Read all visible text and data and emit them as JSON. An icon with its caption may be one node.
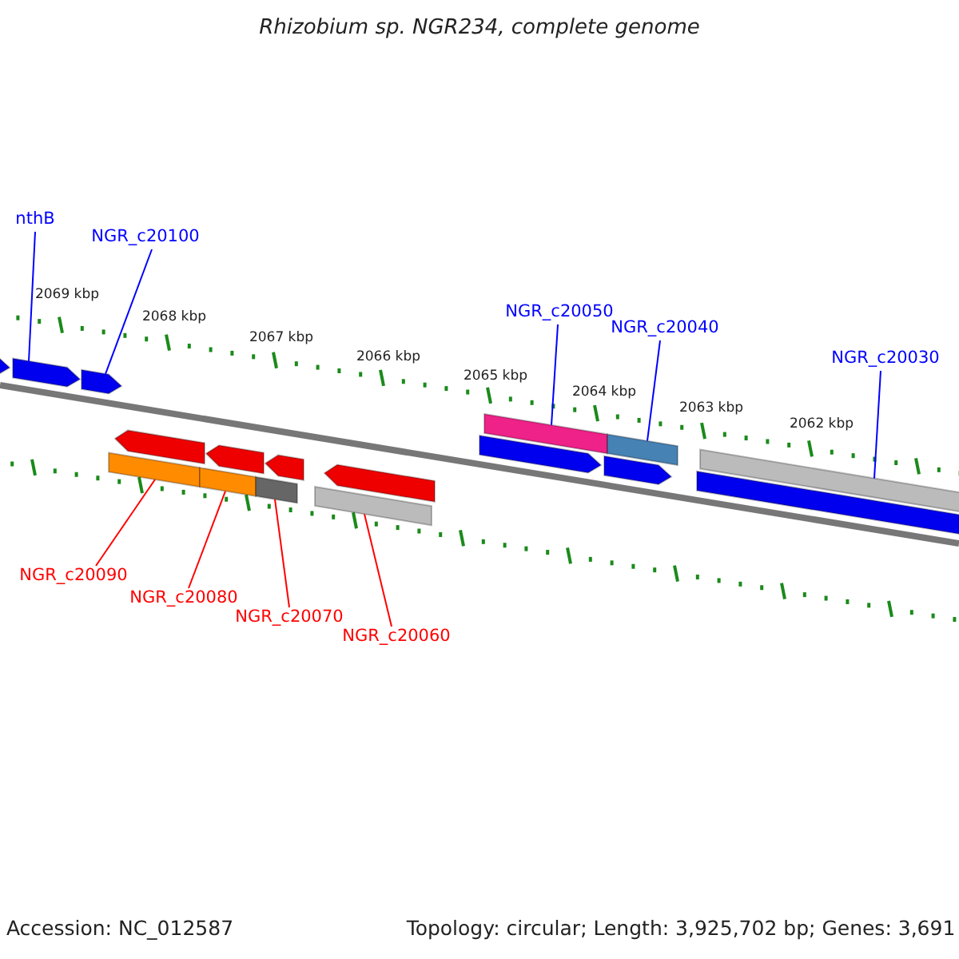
{
  "diagram": {
    "title": "Rhizobium sp. NGR234, complete genome",
    "nodes": [
      {
        "text": [
          "nthB"
        ]
      },
      {
        "text": [
          "NGR_c20100"
        ]
      },
      {
        "text": [
          "NGR_c20050"
        ]
      },
      {
        "text": [
          "NGR_c20040"
        ]
      },
      {
        "text": [
          "NGR_c20030"
        ]
      },
      {
        "text": [
          "NGR_c20090"
        ]
      },
      {
        "text": [
          "NGR_c20080"
        ]
      },
      {
        "text": [
          "NGR_c20070"
        ]
      },
      {
        "text": [
          "NGR_c20060"
        ]
      },
      {
        "text": [],
        "shape": "pentagon"
      },
      {
        "text": [],
        "shape": "pentagon"
      },
      {
        "text": [],
        "shape": "pentagon"
      },
      {
        "text": [],
        "shape": "bar"
      },
      {
        "text": [],
        "shape": "pentagon"
      },
      {
        "text": [],
        "shape": "bar"
      },
      {
        "text": [],
        "shape": "pentagon"
      },
      {
        "text": [],
        "shape": "bar"
      },
      {
        "text": [],
        "shape": "pentagon"
      },
      {
        "text": [],
        "shape": "bar"
      },
      {
        "text": [],
        "shape": "pentagon"
      },
      {
        "text": [],
        "shape": "pentagon"
      },
      {
        "text": [],
        "shape": "bar"
      },
      {
        "text": [],
        "shape": "pentagon"
      },
      {
        "text": [],
        "shape": "bar"
      },
      {
        "text": [],
        "shape": "bar"
      },
      {
        "text": [],
        "shape": "bar"
      }
    ],
    "edges": [
      {
        "from": 0,
        "to": 10,
        "arrow": "none"
      },
      {
        "from": 1,
        "to": 11,
        "arrow": "none"
      },
      {
        "from": 2,
        "to": 21,
        "arrow": "none"
      },
      {
        "from": 3,
        "to": 23,
        "arrow": "none"
      },
      {
        "from": 4,
        "to": 25,
        "arrow": "none"
      },
      {
        "from": 5,
        "to": 12,
        "arrow": "none",
        "color": "#ff0000"
      },
      {
        "from": 6,
        "to": 14,
        "arrow": "none",
        "color": "#ff0000"
      },
      {
        "from": 7,
        "to": 16,
        "arrow": "none",
        "color": "#ff0000"
      },
      {
        "from": 8,
        "to": 18,
        "arrow": "none",
        "color": "#ff0000"
      }
    ],
    "labels": [
      "2069 kbp",
      "2068 kbp",
      "2067 kbp",
      "2066 kbp",
      "2065 kbp",
      "2064 kbp",
      "2063 kbp",
      "2062 kbp",
      "Accession: NC_012587",
      "Topology: circular; Length: 3,925,702 bp; Genes: 3,691"
    ]
  }
}
